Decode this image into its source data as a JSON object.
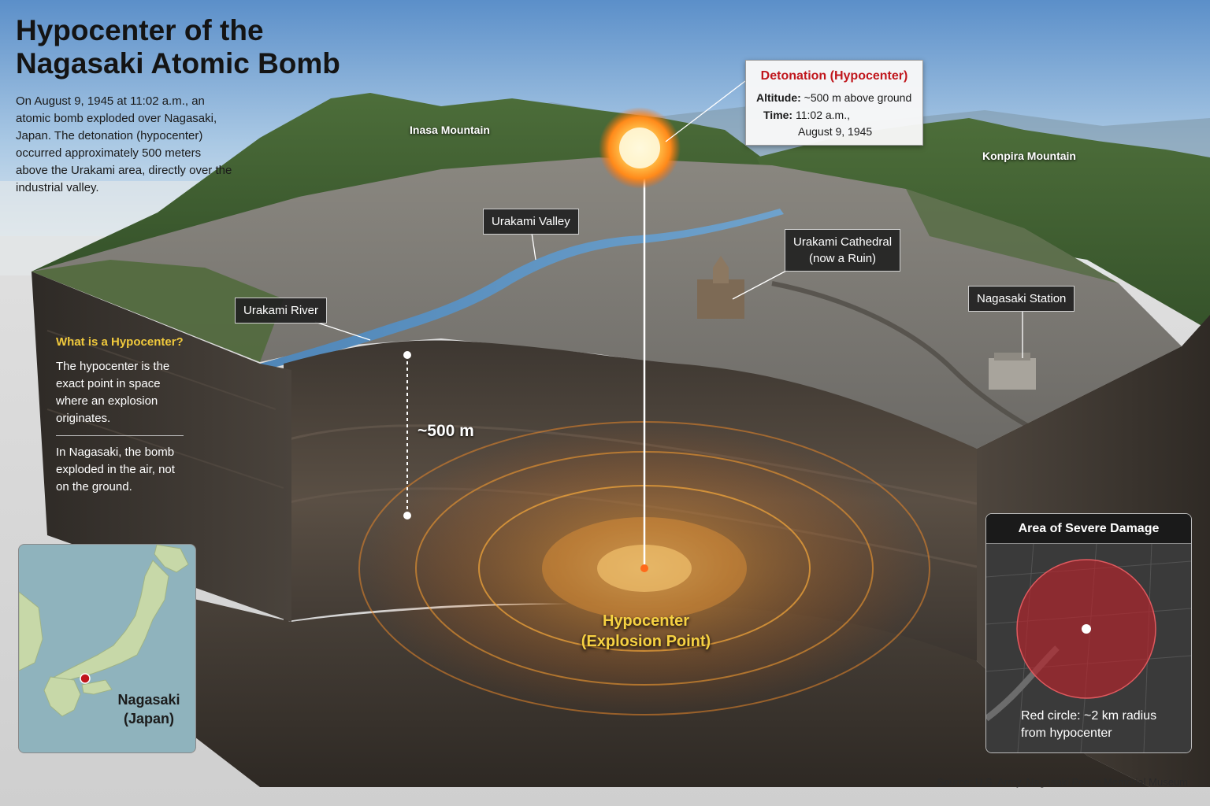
{
  "title_line1": "Hypocenter of the",
  "title_line2": "Nagasaki Atomic Bomb",
  "intro": "On August 9, 1945 at 11:02 a.m., an atomic bomb exploded over Nagasaki, Japan. The detonation (hypocenter) occurred approximately 500 meters above the Urakami area, directly over the industrial valley.",
  "labels": {
    "inasa": "Inasa Mountain",
    "konpira": "Konpira Mountain",
    "valley": "Urakami Valley",
    "river": "Urakami River",
    "cathedral_line1": "Urakami Cathedral",
    "cathedral_line2": "(now a Ruin)",
    "station": "Nagasaki Station"
  },
  "detonation": {
    "title": "Detonation (Hypocenter)",
    "altitude_label": "Altitude:",
    "altitude_value": "~500 m above ground",
    "time_label": "Time:",
    "time_value": "11:02 a.m.,",
    "date_value": "August 9, 1945"
  },
  "info": {
    "heading": "What is a Hypocenter?",
    "text1": "The hypocenter is the exact point in space where an explosion originates.",
    "text2": "In Nagasaki, the bomb exploded in the air, not on the ground."
  },
  "altitude_marker": "~500 m",
  "hypocenter": {
    "line1": "Hypocenter",
    "line2": "(Explosion Point)"
  },
  "inset_map": {
    "line1": "Nagasaki",
    "line2": "(Japan)"
  },
  "damage": {
    "title": "Area of Severe Damage",
    "note_line1": "Red circle: ~2 km radius",
    "note_line2": "from hypocenter"
  },
  "source": "Source: U.S. Army, Nagasaki Peace Memorial Museum",
  "colors": {
    "accent_red": "#c0161c",
    "highlight_yellow": "#f0c93c",
    "fireball": "#ff8a1a"
  }
}
